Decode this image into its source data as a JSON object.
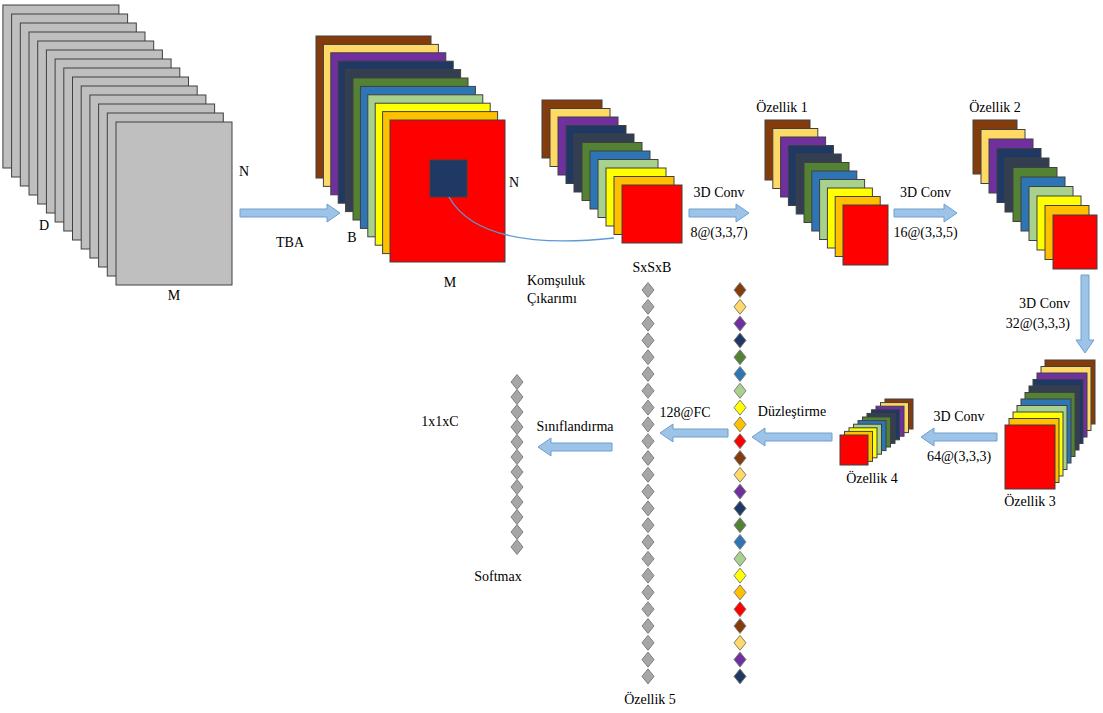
{
  "diagram": {
    "nodes": [
      {
        "text": [
          "SxSxB"
        ]
      },
      {
        "text": [
          "Özellik 1"
        ]
      },
      {
        "text": [
          "Özellik 2"
        ]
      },
      {
        "text": [
          "Özellik 3"
        ]
      },
      {
        "text": [
          "Özellik 4"
        ]
      },
      {
        "text": [
          "Özellik 5"
        ]
      },
      {
        "text": [
          "1x1xC",
          "Softmax"
        ]
      }
    ],
    "edges": [
      {
        "from": 0,
        "to": 1,
        "label": "3D Conv 8@(3,3,7)",
        "arrow": "to"
      },
      {
        "from": 1,
        "to": 2,
        "label": "3D Conv 16@(3,3,5)",
        "arrow": "to"
      },
      {
        "from": 2,
        "to": 3,
        "label": "3D Conv 32@(3,3,3)",
        "arrow": "to"
      },
      {
        "from": 3,
        "to": 4,
        "label": "3D Conv 64@(3,3,3)",
        "arrow": "to"
      },
      {
        "from": 5,
        "to": 6,
        "label": "Sınıflandırma",
        "arrow": "to"
      }
    ],
    "labels": [
      "D",
      "N",
      "M",
      "TBA",
      "B",
      "N",
      "M",
      "Komşuluk Çıkarımı",
      "Düzleştirme",
      "128@FC"
    ]
  }
}
